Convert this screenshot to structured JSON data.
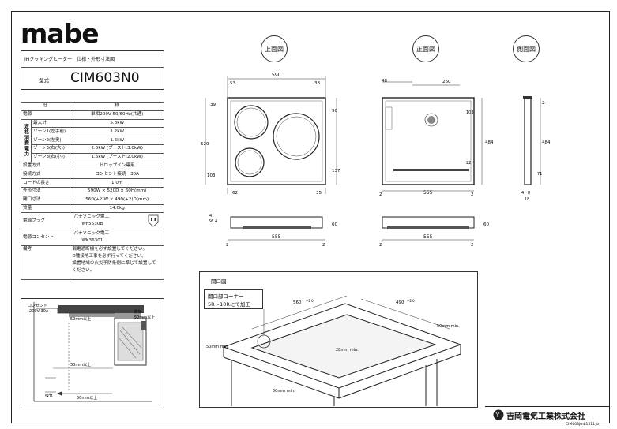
{
  "brand": {
    "logo_text": "mabe"
  },
  "title_block": {
    "doc_title": "IHクッキングヒーター　仕様・外形寸法図",
    "model_label": "型式",
    "model_name": "CIM603N0"
  },
  "spec": {
    "header_item": "仕",
    "header_value": "様",
    "rows": {
      "power_label": "電源",
      "power_value": "単相200V 50/60Hz(共通)",
      "rated_group": "定格消費電力",
      "max_label": "最大計",
      "max_value": "5.8kW",
      "zone1_label": "ゾーン1(左手前)",
      "zone1_value": "1.2kW",
      "zone2_label": "ゾーン2(左奥)",
      "zone2_value": "1.6kW",
      "zone3_label": "ゾーン3(右(大))",
      "zone3_value": "2.5kW (ブースト:3.0kW)",
      "zone4_label": "ゾーン3(右(小))",
      "zone4_value": "1.6kW (ブースト:2.0kW)",
      "install_label": "設置方式",
      "install_value": "ドロップイン専用",
      "connect_label": "接続方式",
      "connect_value": "コンセント接続　30A",
      "cord_label": "コードの長さ",
      "cord_value": "1.0m",
      "outer_label": "外形寸法",
      "outer_value": "590W × 520D × 60H(mm)",
      "opening_label": "開口寸法",
      "opening_value": "560(+2)W × 490(+2)D(mm)",
      "mass_label": "質量",
      "mass_value": "14.0kg",
      "plug_label": "電源プラグ",
      "plug_value1": "パナソニック電工",
      "plug_value2": "WF5630B",
      "outlet_label": "電源コンセント",
      "outlet_value1": "パナソニック電工",
      "outlet_value2": "WK36301",
      "notes_label": "備考",
      "note1": "漏電遮断機を必ず設置してください。",
      "note2": "D種接地工事を必ず行ってください。",
      "note3": "設置地域の火災予防条例に準じて設置して",
      "note4": "ください。"
    }
  },
  "views": {
    "top_label": "上面図",
    "front_label": "正面図",
    "side_label": "側面図",
    "opening_title": "開口図",
    "opening_note1": "開口部コーナー",
    "opening_note2": "5R～10Rにて加工"
  },
  "dims": {
    "top": {
      "w590": "590",
      "d53": "53",
      "d38": "38",
      "d39": "39",
      "d90": "90",
      "d520": "520",
      "d103": "103",
      "d137": "137",
      "d62": "62",
      "d35": "35",
      "d56": "56.4",
      "d4": "4",
      "d60": "60",
      "d555": "555",
      "d2a": "2",
      "d2b": "2"
    },
    "front": {
      "d48": "48",
      "d260": "260",
      "d103": "103",
      "d484": "484",
      "d22": "22",
      "d2a": "2",
      "d2b": "2",
      "d555": "555",
      "d60": "60",
      "d555b": "555",
      "d2c": "2",
      "d2d": "2"
    },
    "side": {
      "d2": "2",
      "d484": "484",
      "d71": "71",
      "d4": "4",
      "d8": "8",
      "d18": "18"
    },
    "opening": {
      "w560": "560",
      "w560tol": "+2 0",
      "d490": "490",
      "d490tol": "+2 0",
      "m50a": "50mm min.",
      "m50b": "50mm min.",
      "m50c": "50mm min.",
      "h28": "28mm min."
    },
    "install": {
      "outlet": "コンセント",
      "outlet2": "200V 30A",
      "exhaust": "排気",
      "m50": "50mm以上",
      "m50b": "50mm以上",
      "m50c": "50mm以上",
      "intake": "吸気",
      "m50d": "50mm以上"
    }
  },
  "company": {
    "name": "吉岡電気工業株式会社",
    "doc_no": "CIM603Jmb1511_b"
  }
}
